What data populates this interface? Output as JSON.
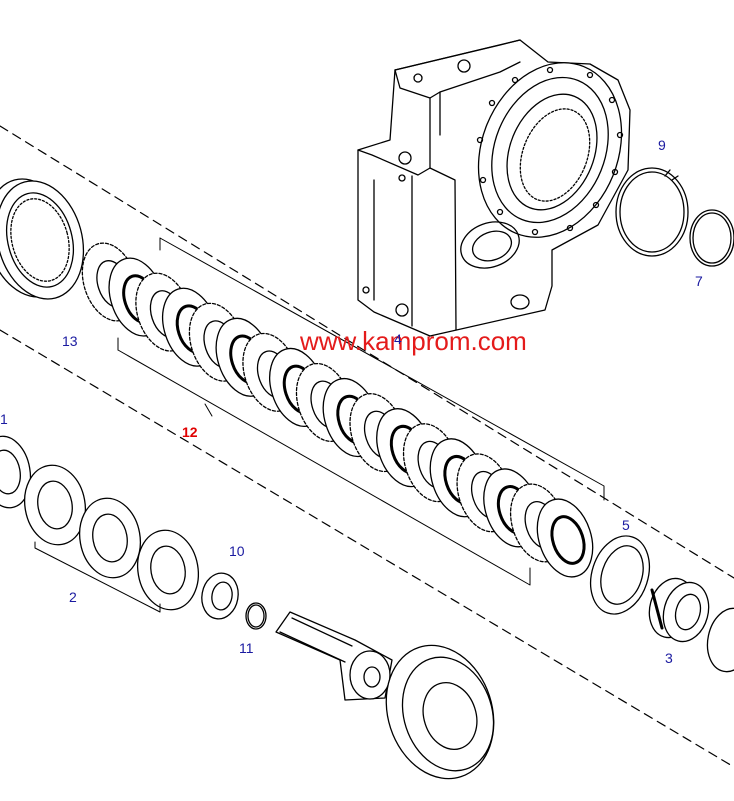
{
  "watermark": {
    "text": "www.kamprom.com",
    "color": "#e41b1b"
  },
  "callouts": {
    "c1": "1",
    "c2": "2",
    "c3": "3",
    "c4": "4",
    "c5": "5",
    "c7": "7",
    "c9": "9",
    "c10": "10",
    "c11": "11",
    "c12": "12",
    "c13": "13"
  },
  "colors": {
    "line": "#000000",
    "callout": "#1a1aa0",
    "highlight_callout": "#e00000"
  }
}
